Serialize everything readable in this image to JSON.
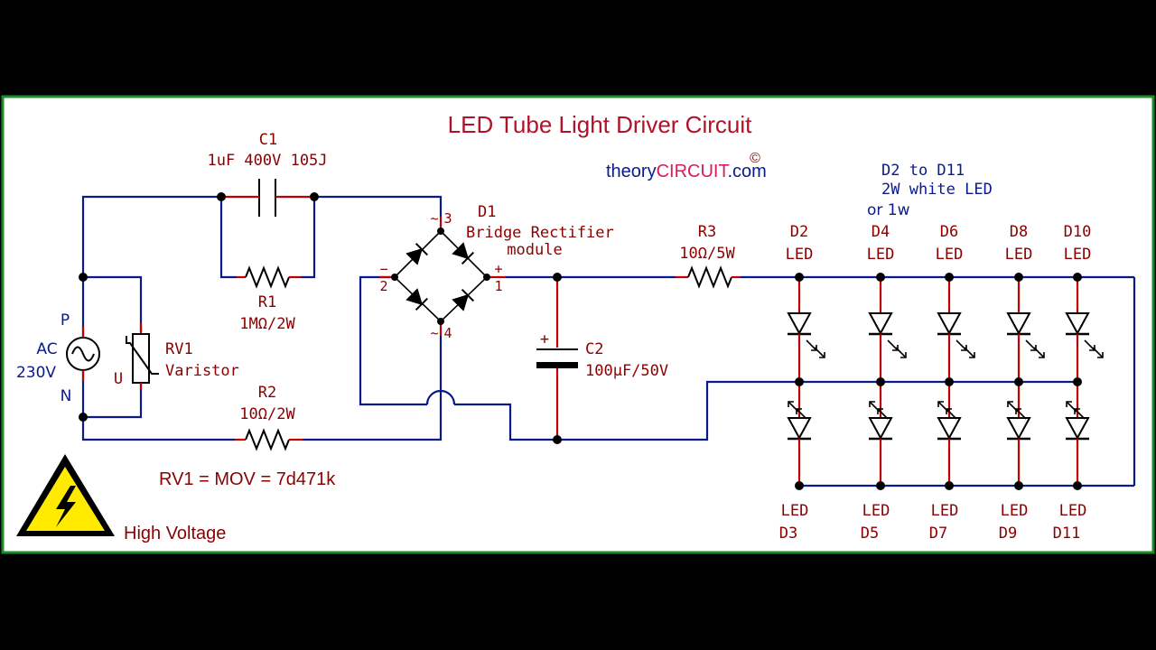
{
  "title": "LED Tube Light Driver Circuit",
  "brand": {
    "prefix": "theory",
    "highlight": "CIRCUIT",
    "suffix": ".com",
    "copyright": "©"
  },
  "colors": {
    "background": "#000000",
    "panel": "#ffffff",
    "panel_border": "#1a8c2a",
    "wire": "#0a1a8c",
    "pin": "#c00000",
    "label": "#8b0000",
    "title": "#b0122a",
    "brand_highlight": "#d81b60"
  },
  "components": {
    "c1": {
      "ref": "C1",
      "value": "1uF 400V 105J"
    },
    "r1": {
      "ref": "R1",
      "value": "1MΩ/2W"
    },
    "r2": {
      "ref": "R2",
      "value": "10Ω/2W"
    },
    "r3": {
      "ref": "R3",
      "value": "10Ω/5W"
    },
    "rv1": {
      "ref": "RV1",
      "type": "Varistor",
      "mark_u": "U"
    },
    "c2": {
      "ref": "C2",
      "value": "100µF/50V",
      "polarity": "+"
    },
    "d1": {
      "ref": "D1",
      "desc_line1": "Bridge Rectifier",
      "desc_line2": "module",
      "pins": [
        "~",
        "3",
        "−",
        "2",
        "+",
        "1",
        "~",
        "4"
      ]
    },
    "ac": {
      "p": "P",
      "label": "AC",
      "voltage": "230V",
      "n": "N"
    }
  },
  "led_note": {
    "line1": "D2 to D11",
    "line2": "2W white LED",
    "line3": "or 1w"
  },
  "leds_top": [
    {
      "ref": "D2",
      "type": "LED"
    },
    {
      "ref": "D4",
      "type": "LED"
    },
    {
      "ref": "D6",
      "type": "LED"
    },
    {
      "ref": "D8",
      "type": "LED"
    },
    {
      "ref": "D10",
      "type": "LED"
    }
  ],
  "leds_bottom": [
    {
      "ref": "D3",
      "type": "LED"
    },
    {
      "ref": "D5",
      "type": "LED"
    },
    {
      "ref": "D7",
      "type": "LED"
    },
    {
      "ref": "D9",
      "type": "LED"
    },
    {
      "ref": "D11",
      "type": "LED"
    }
  ],
  "mov_note": "RV1 = MOV = 7d471k",
  "warning": {
    "icon": "high-voltage-warning-icon",
    "label": "High Voltage"
  }
}
